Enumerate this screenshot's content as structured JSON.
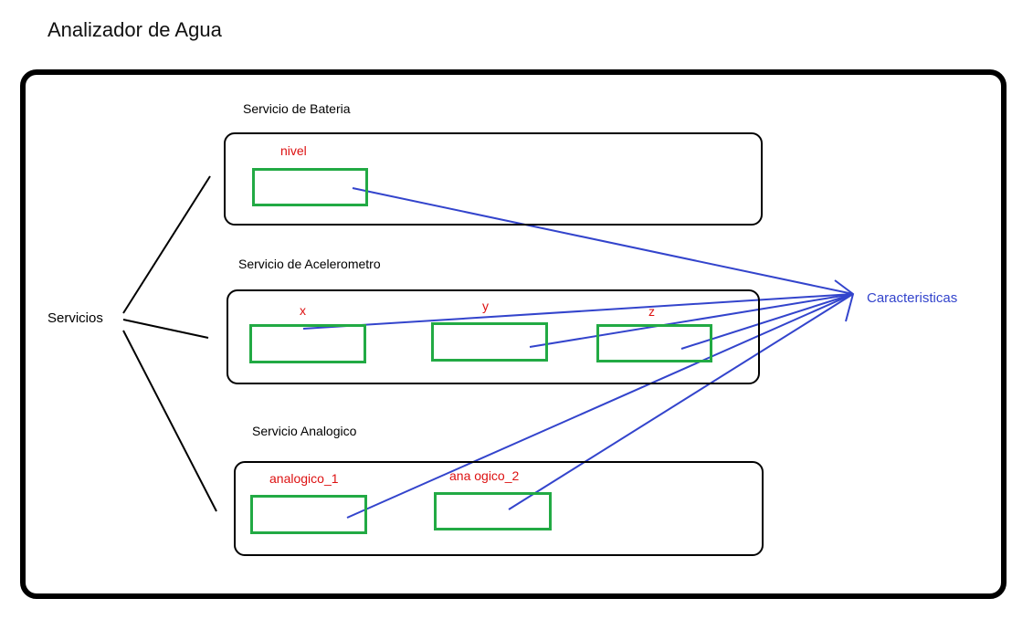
{
  "diagram": {
    "title": "Analizador de Agua",
    "side_label": "Servicios",
    "target_label": "Caracteristicas",
    "services": [
      {
        "name": "Servicio  de Bateria",
        "characteristics": [
          {
            "label": "nivel"
          }
        ]
      },
      {
        "name": "Servicio de Acelerometro",
        "characteristics": [
          {
            "label": "x"
          },
          {
            "label": "y"
          },
          {
            "label": "z"
          }
        ]
      },
      {
        "name": "Servicio Analogico",
        "characteristics": [
          {
            "label": "analogico_1"
          },
          {
            "label": "ana ogico_2"
          }
        ]
      }
    ],
    "colors": {
      "frame": "#000000",
      "characteristic_box": "#22aa44",
      "characteristic_text": "#dd1111",
      "arrow": "#3344cc"
    }
  }
}
